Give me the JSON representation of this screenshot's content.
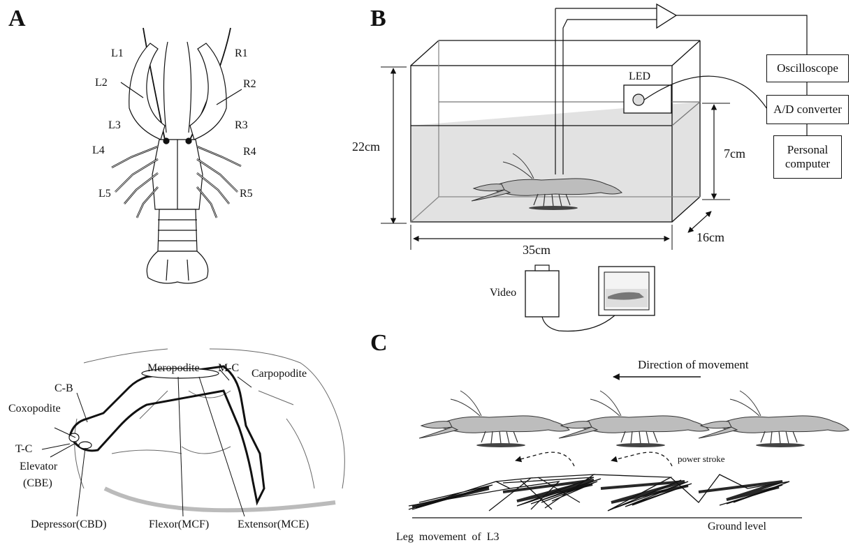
{
  "panels": {
    "a": "A",
    "b": "B",
    "c": "C"
  },
  "panel_a": {
    "legs_left": [
      "L1",
      "L2",
      "L3",
      "L4",
      "L5"
    ],
    "legs_right": [
      "R1",
      "R2",
      "R3",
      "R4",
      "R5"
    ],
    "leg_parts": {
      "meropodite": "Meropodite",
      "m_c": "M-C",
      "carpopodite": "Carpopodite",
      "c_b": "C-B",
      "coxopodite": "Coxopodite",
      "t_c": "T-C",
      "elevator": "Elevator",
      "elevator_abbr": "(CBE)",
      "depressor": "Depressor(CBD)",
      "flexor": "Flexor(MCF)",
      "extensor": "Extensor(MCE)"
    }
  },
  "panel_b": {
    "led": "LED",
    "height": "22cm",
    "water_depth": "7cm",
    "width": "35cm",
    "depth": "16cm",
    "oscilloscope": "Oscilloscope",
    "ad_converter": "A/D converter",
    "personal_computer": "Personal computer",
    "video": "Video"
  },
  "panel_c": {
    "direction": "Direction of movement",
    "power_stroke": "power stroke",
    "ground_level": "Ground level",
    "leg_movement": "Leg  movement  of  L3"
  },
  "colors": {
    "water": "#e2e2e2",
    "crayfish": "#bdbdbd",
    "ink": "#111111"
  }
}
